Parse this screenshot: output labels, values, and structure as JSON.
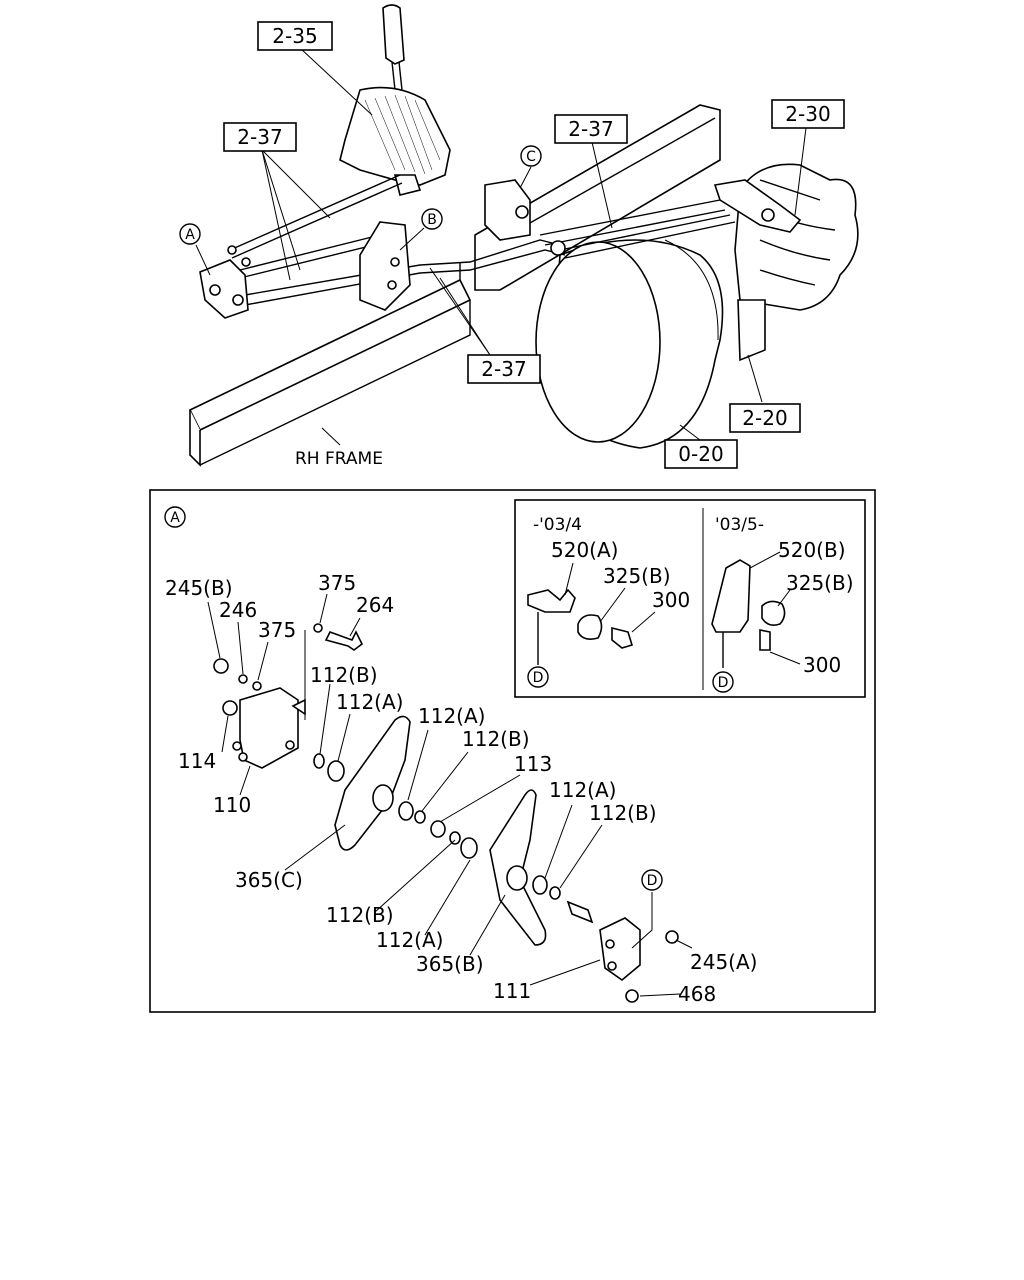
{
  "top_view": {
    "boxed_refs": {
      "shift_lever": "2-35",
      "cable_left": "2-37",
      "cable_center": "2-37",
      "cable_bottom": "2-37",
      "transmission": "2-30",
      "engine_mount": "2-20",
      "tank": "0-20"
    },
    "circle_markers": {
      "a": "A",
      "b": "B",
      "c": "C"
    },
    "frame_label": "RH FRAME"
  },
  "detail_a": {
    "marker": "A",
    "parts": {
      "p245b": "245(B)",
      "p246": "246",
      "p375_top": "375",
      "p264": "264",
      "p375_mid": "375",
      "p112b_1": "112(B)",
      "p112a_1": "112(A)",
      "p112a_2": "112(A)",
      "p112b_2": "112(B)",
      "p113": "113",
      "p112a_3": "112(A)",
      "p112b_3": "112(B)",
      "p114": "114",
      "p110": "110",
      "p365c": "365(C)",
      "p112b_4": "112(B)",
      "p112a_4": "112(A)",
      "p365b": "365(B)",
      "p245a": "245(A)",
      "p111": "111",
      "p468": "468",
      "d_marker": "D"
    },
    "inset": {
      "left_range": "-'03/4",
      "right_range": "'03/5-",
      "left_parts": {
        "p520a": "520(A)",
        "p325b": "325(B)",
        "p300": "300",
        "d": "D"
      },
      "right_parts": {
        "p520b": "520(B)",
        "p325b": "325(B)",
        "p300": "300",
        "d": "D"
      }
    }
  }
}
